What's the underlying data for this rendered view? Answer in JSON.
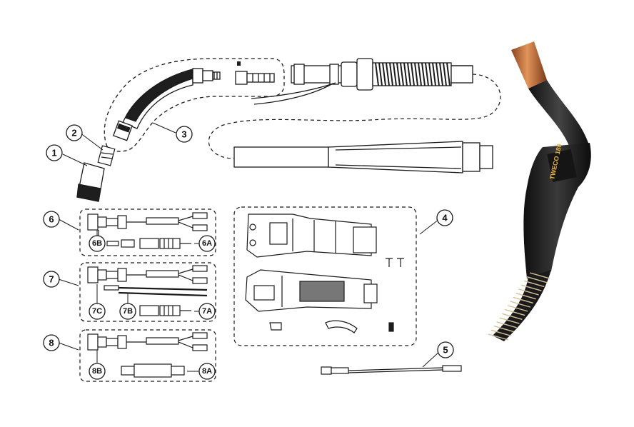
{
  "callouts": {
    "c1": "1",
    "c2": "2",
    "c3": "3",
    "c4": "4",
    "c5": "5",
    "c6": "6",
    "c7": "7",
    "c8": "8",
    "c6a": "6A",
    "c6b": "6B",
    "c7a": "7A",
    "c7b": "7B",
    "c7c": "7C",
    "c8a": "8A",
    "c8b": "8B"
  },
  "photo": {
    "handle_label": "TWECO 180"
  },
  "colors": {
    "line": "#1a1a1a",
    "part_dark": "#222222",
    "copper": "#c8733e",
    "handle_black": "#1b1b1b",
    "label_gold": "#e9b53a"
  }
}
